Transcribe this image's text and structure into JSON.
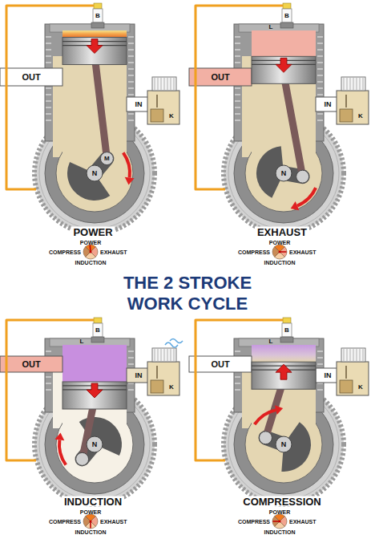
{
  "diagram": {
    "title": "THE 2 STROKE WORK CYCLE",
    "labels": [
      "B",
      "OUT",
      "IN",
      "K",
      "M",
      "N",
      "POWER",
      "POWER",
      "COMPRESS",
      "EXHAUST",
      "INDUCTION",
      "B",
      "L",
      "OUT",
      "IN",
      "K",
      "N",
      "EXHAUST",
      "POWER",
      "COMPRESS",
      "EXHAUST",
      "INDUCTION",
      "B",
      "L",
      "OUT",
      "IN",
      "K",
      "N",
      "INDUCTION",
      "POWER",
      "COMPRESS",
      "EXHAUST",
      "INDUCTION",
      "B",
      "L",
      "OUT",
      "IN",
      "K",
      "N",
      "COMPRESSION",
      "POWER",
      "COMPRESS",
      "EXHAUST",
      "INDUCTION"
    ]
  }
}
